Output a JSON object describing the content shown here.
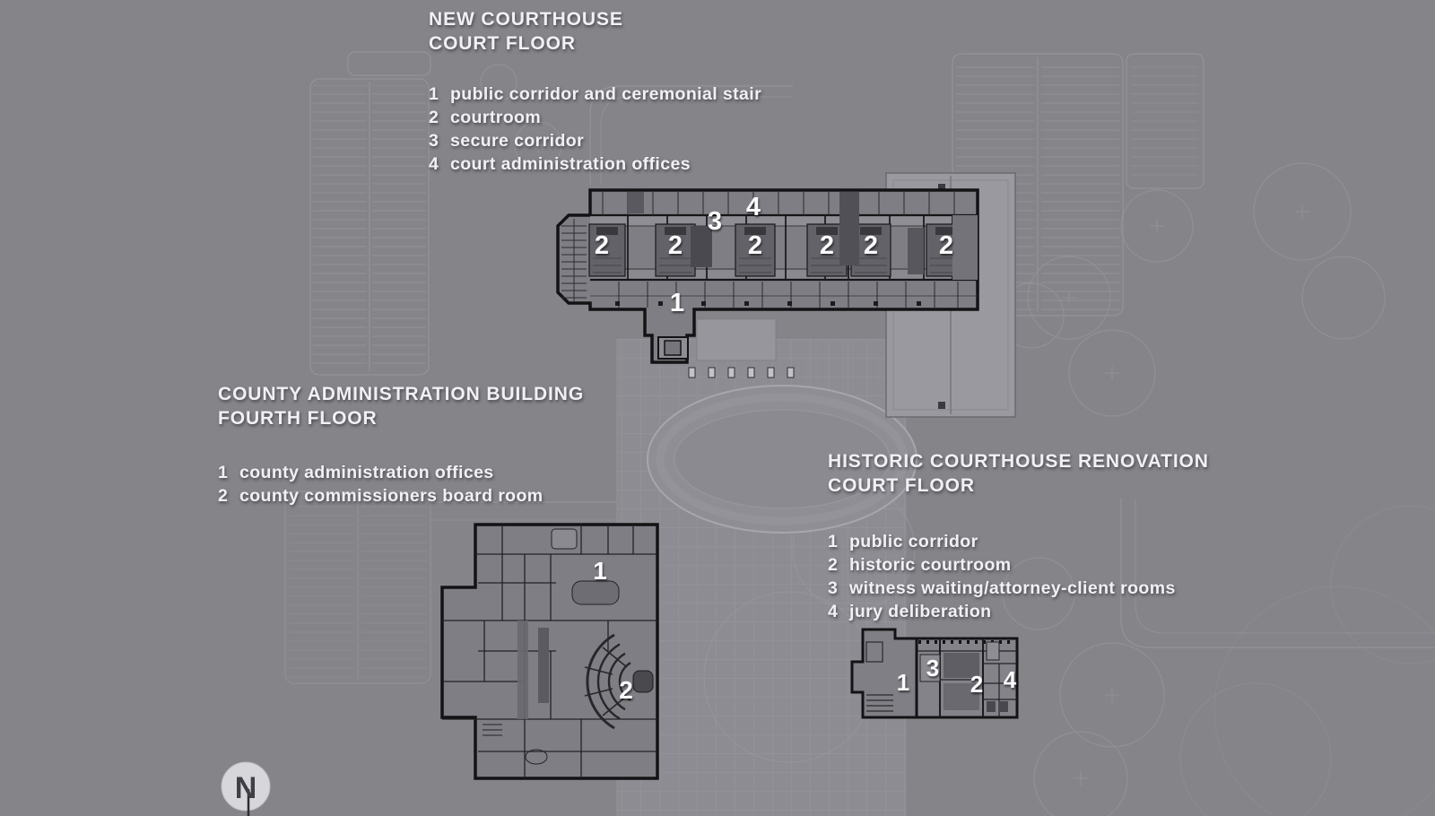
{
  "colors": {
    "background": "#858489",
    "site_lines": "#a8a7ad",
    "building_wall": "#131315",
    "label_text": "#f1f0f3",
    "marker_text": "#fbfbfc"
  },
  "sections": {
    "new_courthouse": {
      "title_line1": "NEW COURTHOUSE",
      "title_line2": "COURT FLOOR",
      "legend": [
        {
          "num": "1",
          "label": "public corridor and ceremonial stair"
        },
        {
          "num": "2",
          "label": "courtroom"
        },
        {
          "num": "3",
          "label": "secure corridor"
        },
        {
          "num": "4",
          "label": "court administration offices"
        }
      ],
      "markers": [
        {
          "label": "2"
        },
        {
          "label": "2"
        },
        {
          "label": "2"
        },
        {
          "label": "2"
        },
        {
          "label": "2"
        },
        {
          "label": "2"
        },
        {
          "label": "1"
        },
        {
          "label": "3"
        },
        {
          "label": "4"
        }
      ]
    },
    "county_admin": {
      "title_line1": "COUNTY ADMINISTRATION BUILDING",
      "title_line2": "FOURTH FLOOR",
      "legend": [
        {
          "num": "1",
          "label": "county administration offices"
        },
        {
          "num": "2",
          "label": "county commissioners board room"
        }
      ],
      "markers": [
        {
          "label": "1"
        },
        {
          "label": "2"
        }
      ]
    },
    "historic_courthouse": {
      "title_line1": "HISTORIC COURTHOUSE RENOVATION",
      "title_line2": "COURT FLOOR",
      "legend": [
        {
          "num": "1",
          "label": "public corridor"
        },
        {
          "num": "2",
          "label": "historic courtroom"
        },
        {
          "num": "3",
          "label": "witness waiting/attorney-client rooms"
        },
        {
          "num": "4",
          "label": "jury deliberation"
        }
      ],
      "markers": [
        {
          "label": "1"
        },
        {
          "label": "3"
        },
        {
          "label": "2"
        },
        {
          "label": "4"
        }
      ]
    }
  },
  "north_arrow": {
    "label": "N"
  }
}
